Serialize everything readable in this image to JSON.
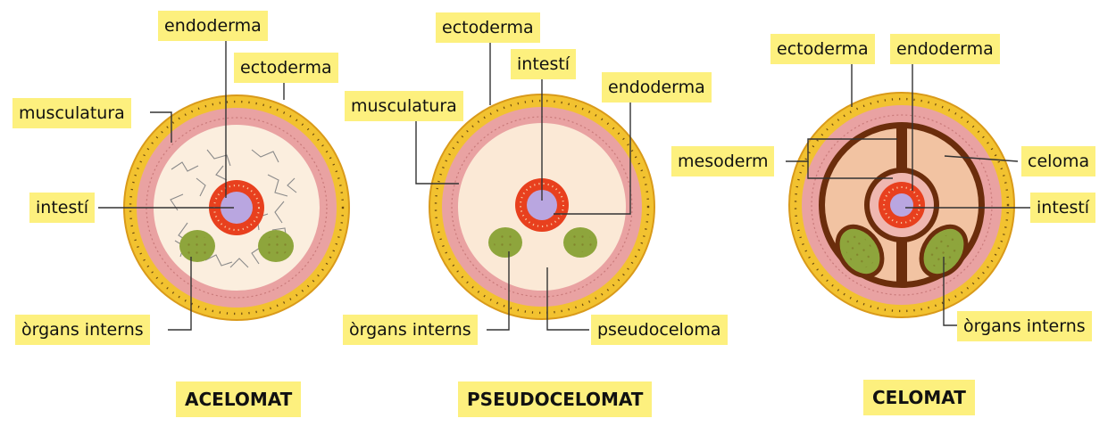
{
  "diagrams": [
    {
      "title": "ACELOMAT",
      "labels": {
        "endoderma": "endoderma",
        "ectoderma": "ectoderma",
        "musculatura": "musculatura",
        "intesti": "intestí",
        "organs_interns": "òrgans interns"
      }
    },
    {
      "title": "PSEUDOCELOMAT",
      "labels": {
        "ectoderma": "ectoderma",
        "intesti": "intestí",
        "endoderma": "endoderma",
        "musculatura": "musculatura",
        "organs_interns": "òrgans interns",
        "pseudoceloma": "pseudoceloma"
      }
    },
    {
      "title": "CELOMAT",
      "labels": {
        "ectoderma": "ectoderma",
        "endoderma": "endoderma",
        "mesoderm": "mesoderm",
        "celoma": "celoma",
        "intesti": "intestí",
        "organs_interns": "òrgans interns"
      }
    }
  ],
  "colors": {
    "label_bg": "#fdf07e",
    "ectoderm_yellow": "#f2c230",
    "ectoderm_outline": "#d99a1a",
    "muscle_pink": "#e9a2a2",
    "body_cream": "#fbe9d6",
    "gut_red": "#e8401e",
    "gut_lumen": "#b9a6e0",
    "organ_green": "#8ea53c",
    "mesoderm_brown": "#6b2d0c",
    "coelom_peach": "#f2c3a2",
    "leader_line": "#333333"
  }
}
